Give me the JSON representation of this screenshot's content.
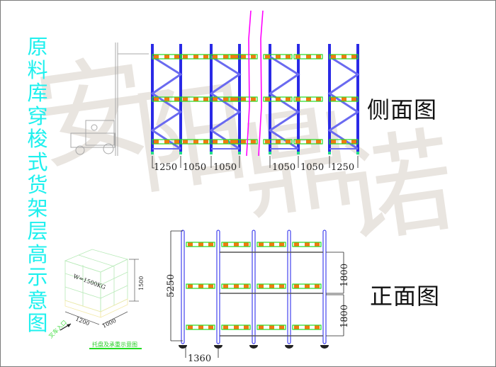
{
  "title": {
    "chars": [
      "原",
      "料",
      "库",
      "穿",
      "梭",
      "式",
      "货",
      "架",
      "层",
      "高",
      "示",
      "意",
      "图"
    ],
    "text": "原料库穿梭式货架层高示意图",
    "color": "#1ef0ee"
  },
  "watermark": {
    "chars": [
      "安",
      "阳",
      "鼎",
      "诺"
    ],
    "color": "#e9e5e0"
  },
  "side_view": {
    "label": "侧面图",
    "dimensions_left": [
      "1250",
      "1050",
      "1050"
    ],
    "dimensions_right": [
      "1050",
      "1050",
      "1250"
    ],
    "break_line_color": "#ff00ff"
  },
  "front_view": {
    "label": "正面图",
    "total_height": "5250",
    "bay_width": "1360",
    "level_spacing": [
      "1800",
      "1800"
    ]
  },
  "pallet_detail": {
    "load_label": "W=1500KG",
    "height": "1500",
    "length": "1200",
    "width": "1000",
    "caption": "托盘及承重示意图",
    "entry_label": "叉车入口"
  },
  "colors": {
    "upright": "#2a2ae6",
    "brace": "#6a6af0",
    "beam_outline": "#22dd22",
    "beam_block": "#f07a10",
    "dimension_line": "#222222"
  }
}
